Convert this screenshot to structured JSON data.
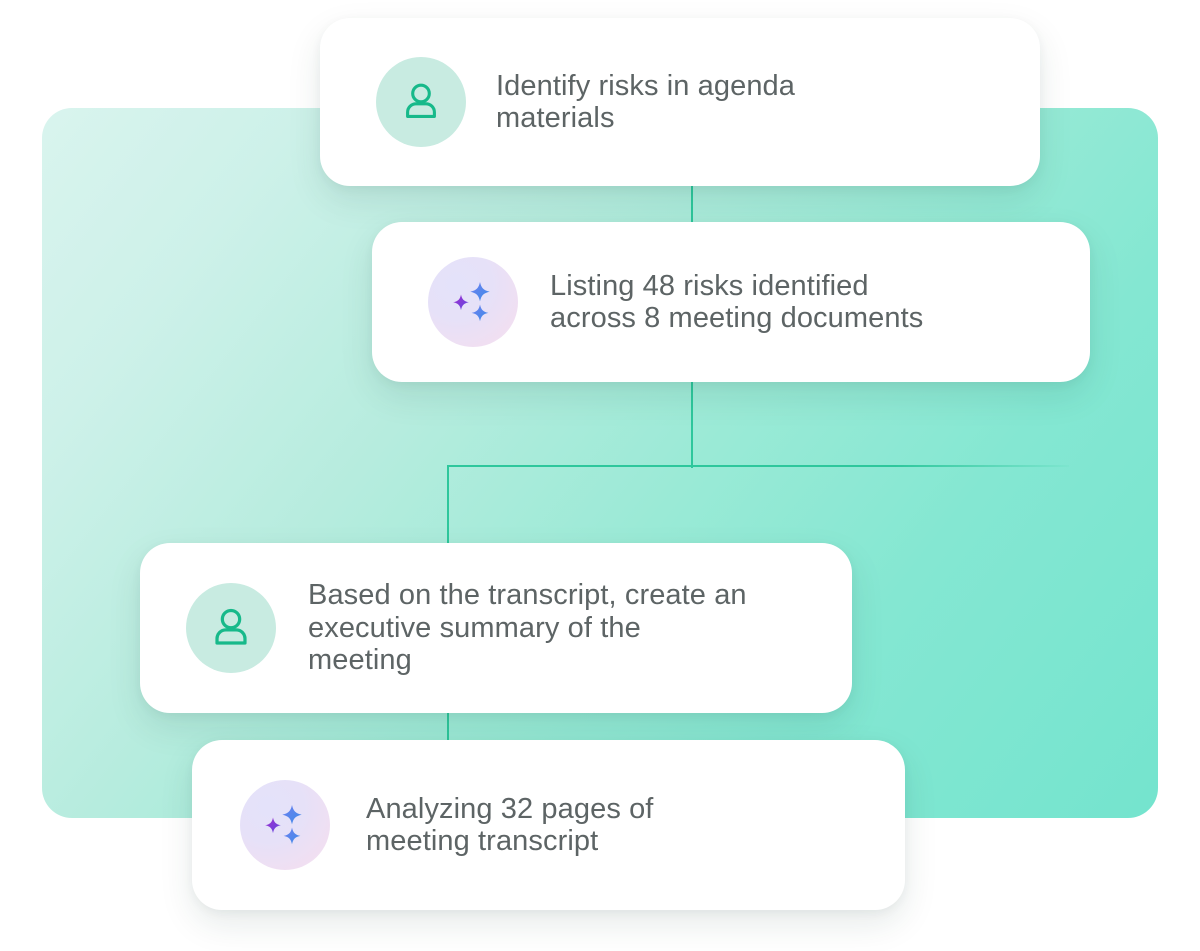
{
  "panel": {
    "gradient_from": "#d9f4ee",
    "gradient_to": "#74e4ce",
    "connector_color": "#2ec79c"
  },
  "cards": [
    {
      "id": "identify-risks",
      "icon": "user-icon",
      "icon_kind": "user",
      "icon_color": "#17b98a",
      "icon_bg": "#c8ebe1",
      "text": "Identify risks in agenda\nmaterials"
    },
    {
      "id": "listing-risks",
      "icon": "sparkle-icon",
      "icon_kind": "sparkle",
      "icon_color": "#4f6ee8",
      "icon_accent_color": "#9b3fd4",
      "text": "Listing 48 risks identified\nacross 8 meeting documents"
    },
    {
      "id": "executive-summary",
      "icon": "user-icon",
      "icon_kind": "user",
      "icon_color": "#17b98a",
      "icon_bg": "#c8ebe1",
      "text": "Based on the transcript, create an\nexecutive summary of the\nmeeting"
    },
    {
      "id": "analyzing-transcript",
      "icon": "sparkle-icon",
      "icon_kind": "sparkle",
      "icon_color": "#4f6ee8",
      "icon_accent_color": "#9b3fd4",
      "text": "Analyzing 32 pages of\nmeeting transcript"
    }
  ],
  "text_color": "#5d6465"
}
